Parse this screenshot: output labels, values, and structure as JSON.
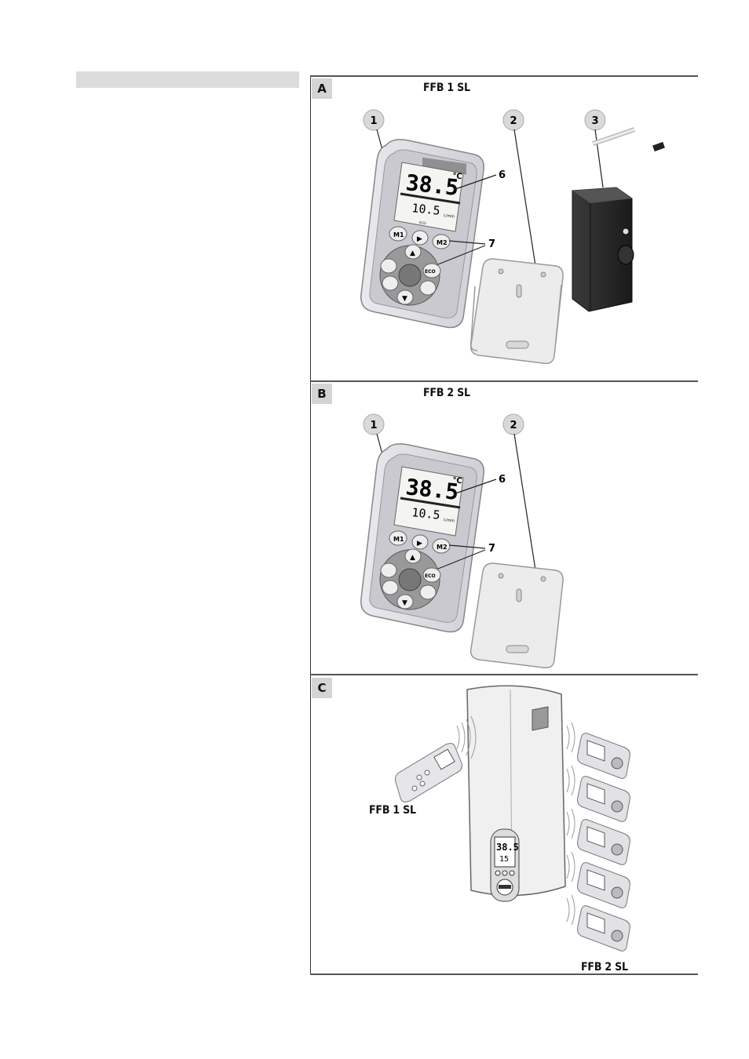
{
  "panels": {
    "a": {
      "letter": "A",
      "title": "FFB 1 SL",
      "callouts": [
        "1",
        "2",
        "3",
        "6",
        "7"
      ]
    },
    "b": {
      "letter": "B",
      "title": "FFB 2 SL",
      "callouts": [
        "1",
        "2",
        "6",
        "7"
      ]
    },
    "c": {
      "letter": "C",
      "label_left": "FFB 1 SL",
      "label_right": "FFB 2 SL"
    }
  },
  "remote_display": {
    "temperature": "38.5",
    "unit": "°C",
    "flow": "10.5",
    "flow_unit": "L/min",
    "mode": "ECO",
    "buttons": {
      "m1": "M1",
      "play": "▶",
      "m2": "M2",
      "up": "▲",
      "down": "▼",
      "eco": "ECO"
    }
  },
  "heater_display": {
    "temperature": "38.5",
    "flow": "15"
  }
}
